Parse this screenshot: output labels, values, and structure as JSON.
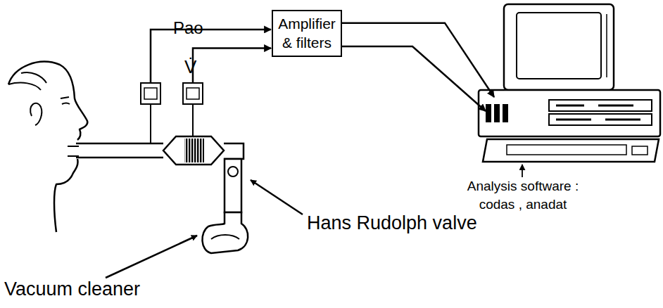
{
  "diagram": {
    "nodes": [
      {
        "text": [
          "Amplifier & filters"
        ]
      }
    ],
    "labels": [
      "Pao",
      "V̇",
      "Analysis software : codas , anadat",
      "Hans Rudolph valve",
      "Vacuum cleaner"
    ]
  }
}
